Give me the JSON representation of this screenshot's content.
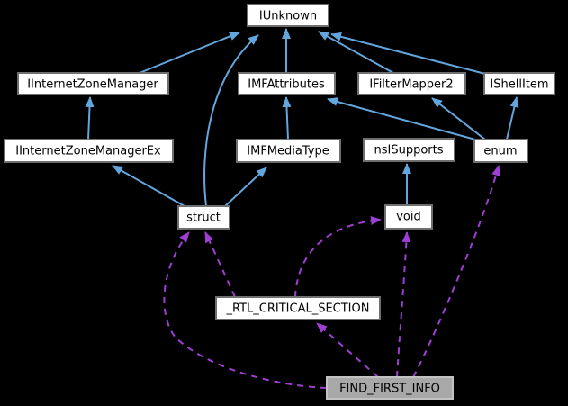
{
  "diagram": {
    "type": "doxygen-collaboration-graph",
    "focus_node": "FIND_FIRST_INFO",
    "background_color": "#000000",
    "colors": {
      "inheritance_edge": "#62a6dd",
      "usage_edge": "#9e3fd3",
      "node_fill": "#ffffff",
      "node_border": "#6f6f6f",
      "highlight_node_fill": "#a8a8a8",
      "highlight_node_border": "#c2c2c2",
      "label_text": "#000000"
    },
    "nodes": {
      "iunknown": {
        "label": "IUnknown"
      },
      "iizm": {
        "label": "IInternetZoneManager"
      },
      "imfattr": {
        "label": "IMFAttributes"
      },
      "ifm2": {
        "label": "IFilterMapper2"
      },
      "ishell": {
        "label": "IShellItem"
      },
      "iizmex": {
        "label": "IInternetZoneManagerEx"
      },
      "imfmt": {
        "label": "IMFMediaType"
      },
      "nsis": {
        "label": "nsISupports"
      },
      "enum": {
        "label": "enum"
      },
      "struct": {
        "label": "struct"
      },
      "void": {
        "label": "void"
      },
      "rtl": {
        "label": "_RTL_CRITICAL_SECTION"
      },
      "find": {
        "label": "FIND_FIRST_INFO"
      }
    },
    "edges": {
      "inheritance_solid_blue": [
        {
          "from": "IInternetZoneManager",
          "to": "IUnknown"
        },
        {
          "from": "IInternetZoneManagerEx",
          "to": "IInternetZoneManager"
        },
        {
          "from": "IMFAttributes",
          "to": "IUnknown"
        },
        {
          "from": "IMFMediaType",
          "to": "IMFAttributes"
        },
        {
          "from": "IFilterMapper2",
          "to": "IUnknown"
        },
        {
          "from": "IShellItem",
          "to": "IUnknown"
        },
        {
          "from": "struct",
          "to": "IInternetZoneManagerEx"
        },
        {
          "from": "struct",
          "to": "IUnknown"
        },
        {
          "from": "struct",
          "to": "IMFMediaType"
        },
        {
          "from": "enum",
          "to": "IMFAttributes"
        },
        {
          "from": "enum",
          "to": "IFilterMapper2"
        },
        {
          "from": "enum",
          "to": "IShellItem"
        },
        {
          "from": "void",
          "to": "nsISupports"
        }
      ],
      "usage_dashed_purple": [
        {
          "from": "_RTL_CRITICAL_SECTION",
          "to": "struct"
        },
        {
          "from": "_RTL_CRITICAL_SECTION",
          "to": "void"
        },
        {
          "from": "FIND_FIRST_INFO",
          "to": "struct"
        },
        {
          "from": "FIND_FIRST_INFO",
          "to": "_RTL_CRITICAL_SECTION"
        },
        {
          "from": "FIND_FIRST_INFO",
          "to": "void"
        },
        {
          "from": "FIND_FIRST_INFO",
          "to": "enum"
        }
      ]
    }
  }
}
